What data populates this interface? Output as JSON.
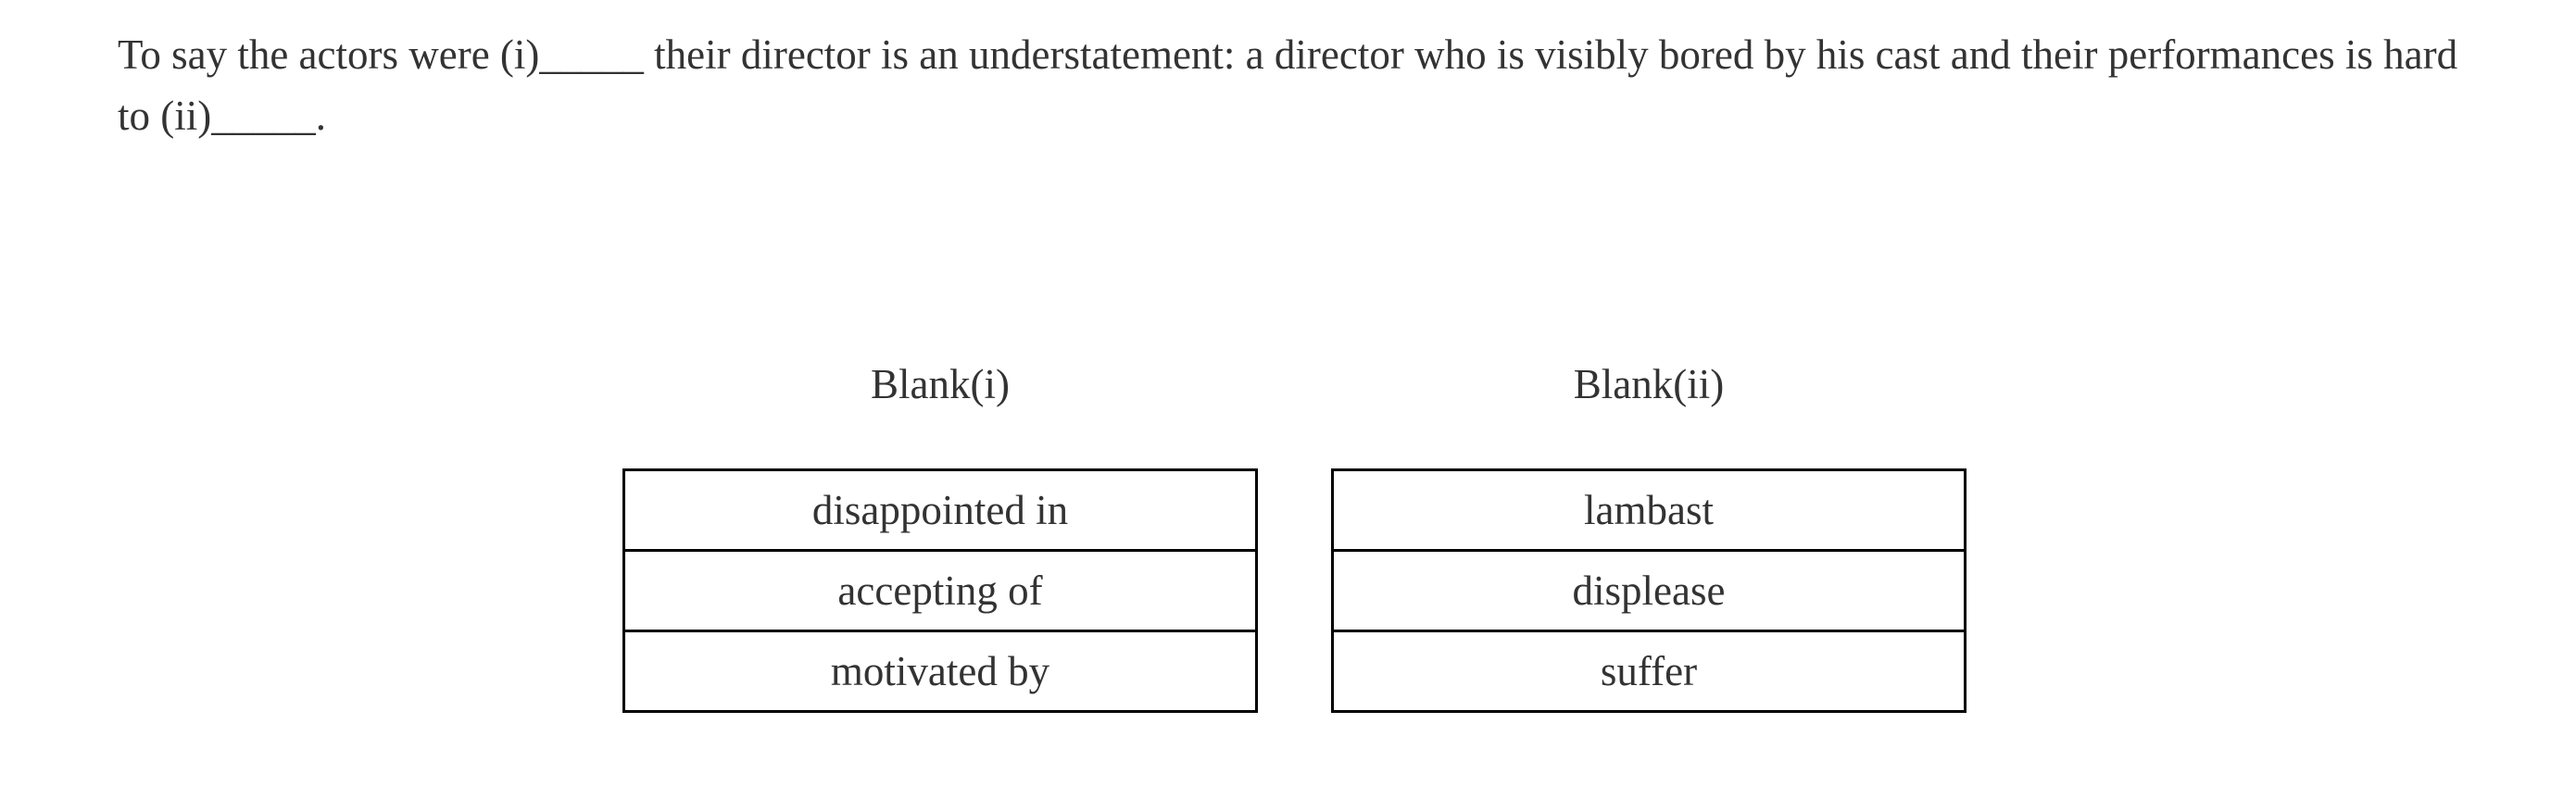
{
  "question": {
    "part1": "To say the actors were (i)",
    "blank1": "_____",
    "part2": " their director is an understatement: a director who is visibly bored by his cast and their performances is hard to (ii)",
    "blank2": "_____",
    "part3": "."
  },
  "blanks": [
    {
      "header": "Blank(i)",
      "options": [
        "disappointed in",
        "accepting of",
        "motivated by"
      ]
    },
    {
      "header": "Blank(ii)",
      "options": [
        "lambast",
        "displease",
        "suffer"
      ]
    }
  ]
}
